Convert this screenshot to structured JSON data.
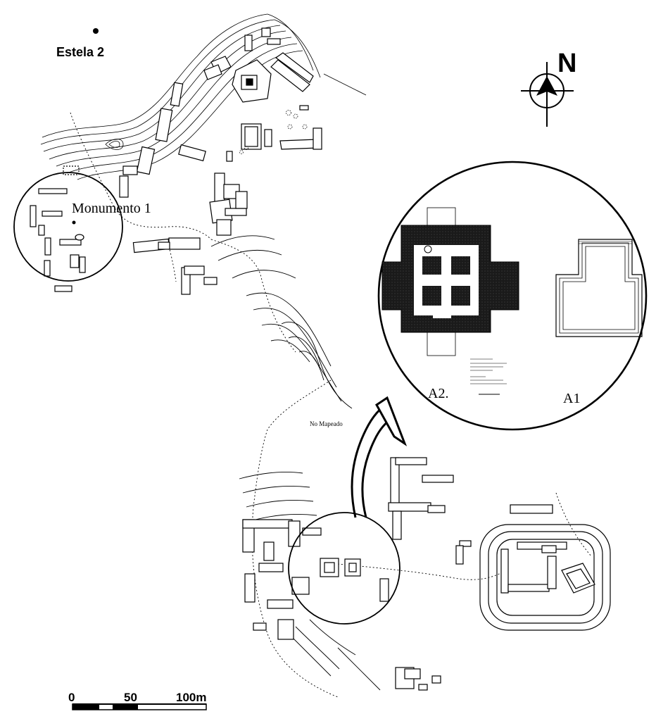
{
  "labels": {
    "estela": "Estela 2",
    "monumento": "Monumento 1",
    "north": "N",
    "inset_a2": "A2.",
    "inset_a1": "A1",
    "no_mapeado": "No Mapeado"
  },
  "scale_bar": {
    "tick_0": "0",
    "tick_50": "50",
    "tick_100": "100m"
  },
  "colors": {
    "ink": "#000000",
    "fill": "#ffffff",
    "dark_fill": "#1a1a1a"
  }
}
